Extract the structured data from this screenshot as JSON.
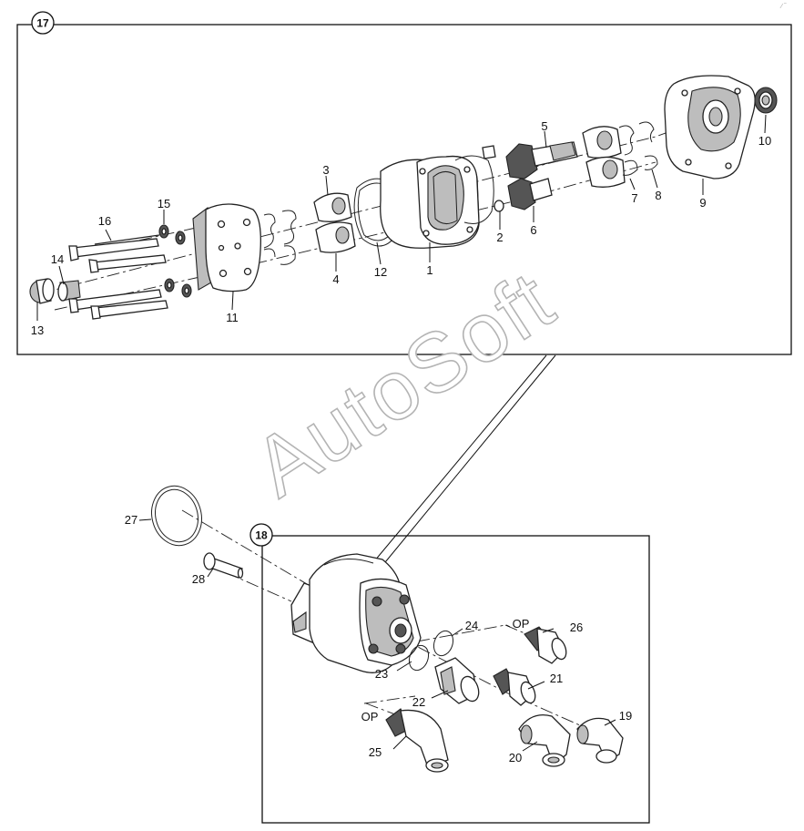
{
  "watermark": "AutoSoft",
  "views": [
    {
      "id": "17",
      "labels": [
        "1",
        "2",
        "3",
        "4",
        "5",
        "6",
        "7",
        "8",
        "9",
        "10",
        "11",
        "12",
        "13",
        "14",
        "15",
        "16"
      ]
    },
    {
      "id": "18",
      "labels": [
        "19",
        "20",
        "21",
        "22",
        "23",
        "24",
        "25",
        "26",
        "27",
        "28"
      ],
      "notes": [
        "OP",
        "OP"
      ]
    }
  ]
}
